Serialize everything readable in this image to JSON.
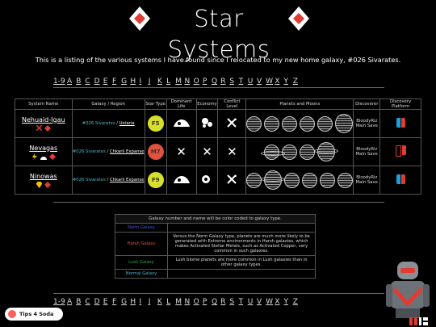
{
  "header": {
    "title": "Star Systems"
  },
  "intro": "This is a listing of the various systems I have found since I relocated to my new home galaxy, #026 Sivarates.",
  "alphabet": [
    "1-9",
    "A",
    "B",
    "C",
    "D",
    "E",
    "F",
    "G",
    "H",
    "I",
    "J",
    "K",
    "L",
    "M",
    "N",
    "O",
    "P",
    "Q",
    "R",
    "S",
    "T",
    "U",
    "V",
    "W",
    "X",
    "Y",
    "Z"
  ],
  "table": {
    "headers": [
      "System Name",
      "Galaxy / Region",
      "Star Type",
      "Dominant Life",
      "Economy",
      "Conflict Level",
      "Planets and Moons",
      "Discoverer",
      "Discovery Platform"
    ],
    "rows": [
      {
        "name": "Nehuaid-Igau",
        "galaxy": "#026 Sivarates",
        "region": "Ustaria",
        "star": "F5",
        "star_color": "#d7df2a",
        "discoverer": "BloodyRiz\nMain Save"
      },
      {
        "name": "Nevagas",
        "galaxy": "#026 Sivarates",
        "region": "Chkarii Expanse",
        "star": "M7",
        "star_color": "#e0523f",
        "discoverer": "BloodyRiz\nMain Save"
      },
      {
        "name": "Ninowas",
        "galaxy": "#026 Sivarates",
        "region": "Chkarii Expanse",
        "star": "F9",
        "star_color": "#d7df2a",
        "discoverer": "BloodyRiz\nMain Save"
      }
    ]
  },
  "legend": {
    "title": "Galaxy number and name will be color coded to galaxy type.",
    "rows": [
      {
        "label": "Norm Galaxy",
        "color": "#3a5ec8",
        "desc": ""
      },
      {
        "label": "Harsh Galaxy",
        "color": "#e0523f",
        "desc": "Versus the Norm Galaxy type, planets are much more likely to be generated with Extreme environments in Harsh galaxies, which makes Activated Stellar Metals, such as Activated Copper, very common in such galaxies."
      },
      {
        "label": "Lush Galaxy",
        "color": "#2ea84a",
        "desc": "Lush biome planets are more common in Lush galaxies than in other galaxy types."
      },
      {
        "label": "Normal Galaxy",
        "color": "#4ab8c8",
        "desc": ""
      }
    ]
  },
  "tips": "Tips 4 Soda",
  "colors": {
    "accent": "#e03c31",
    "galaxy_text": "#4ab8c8"
  }
}
